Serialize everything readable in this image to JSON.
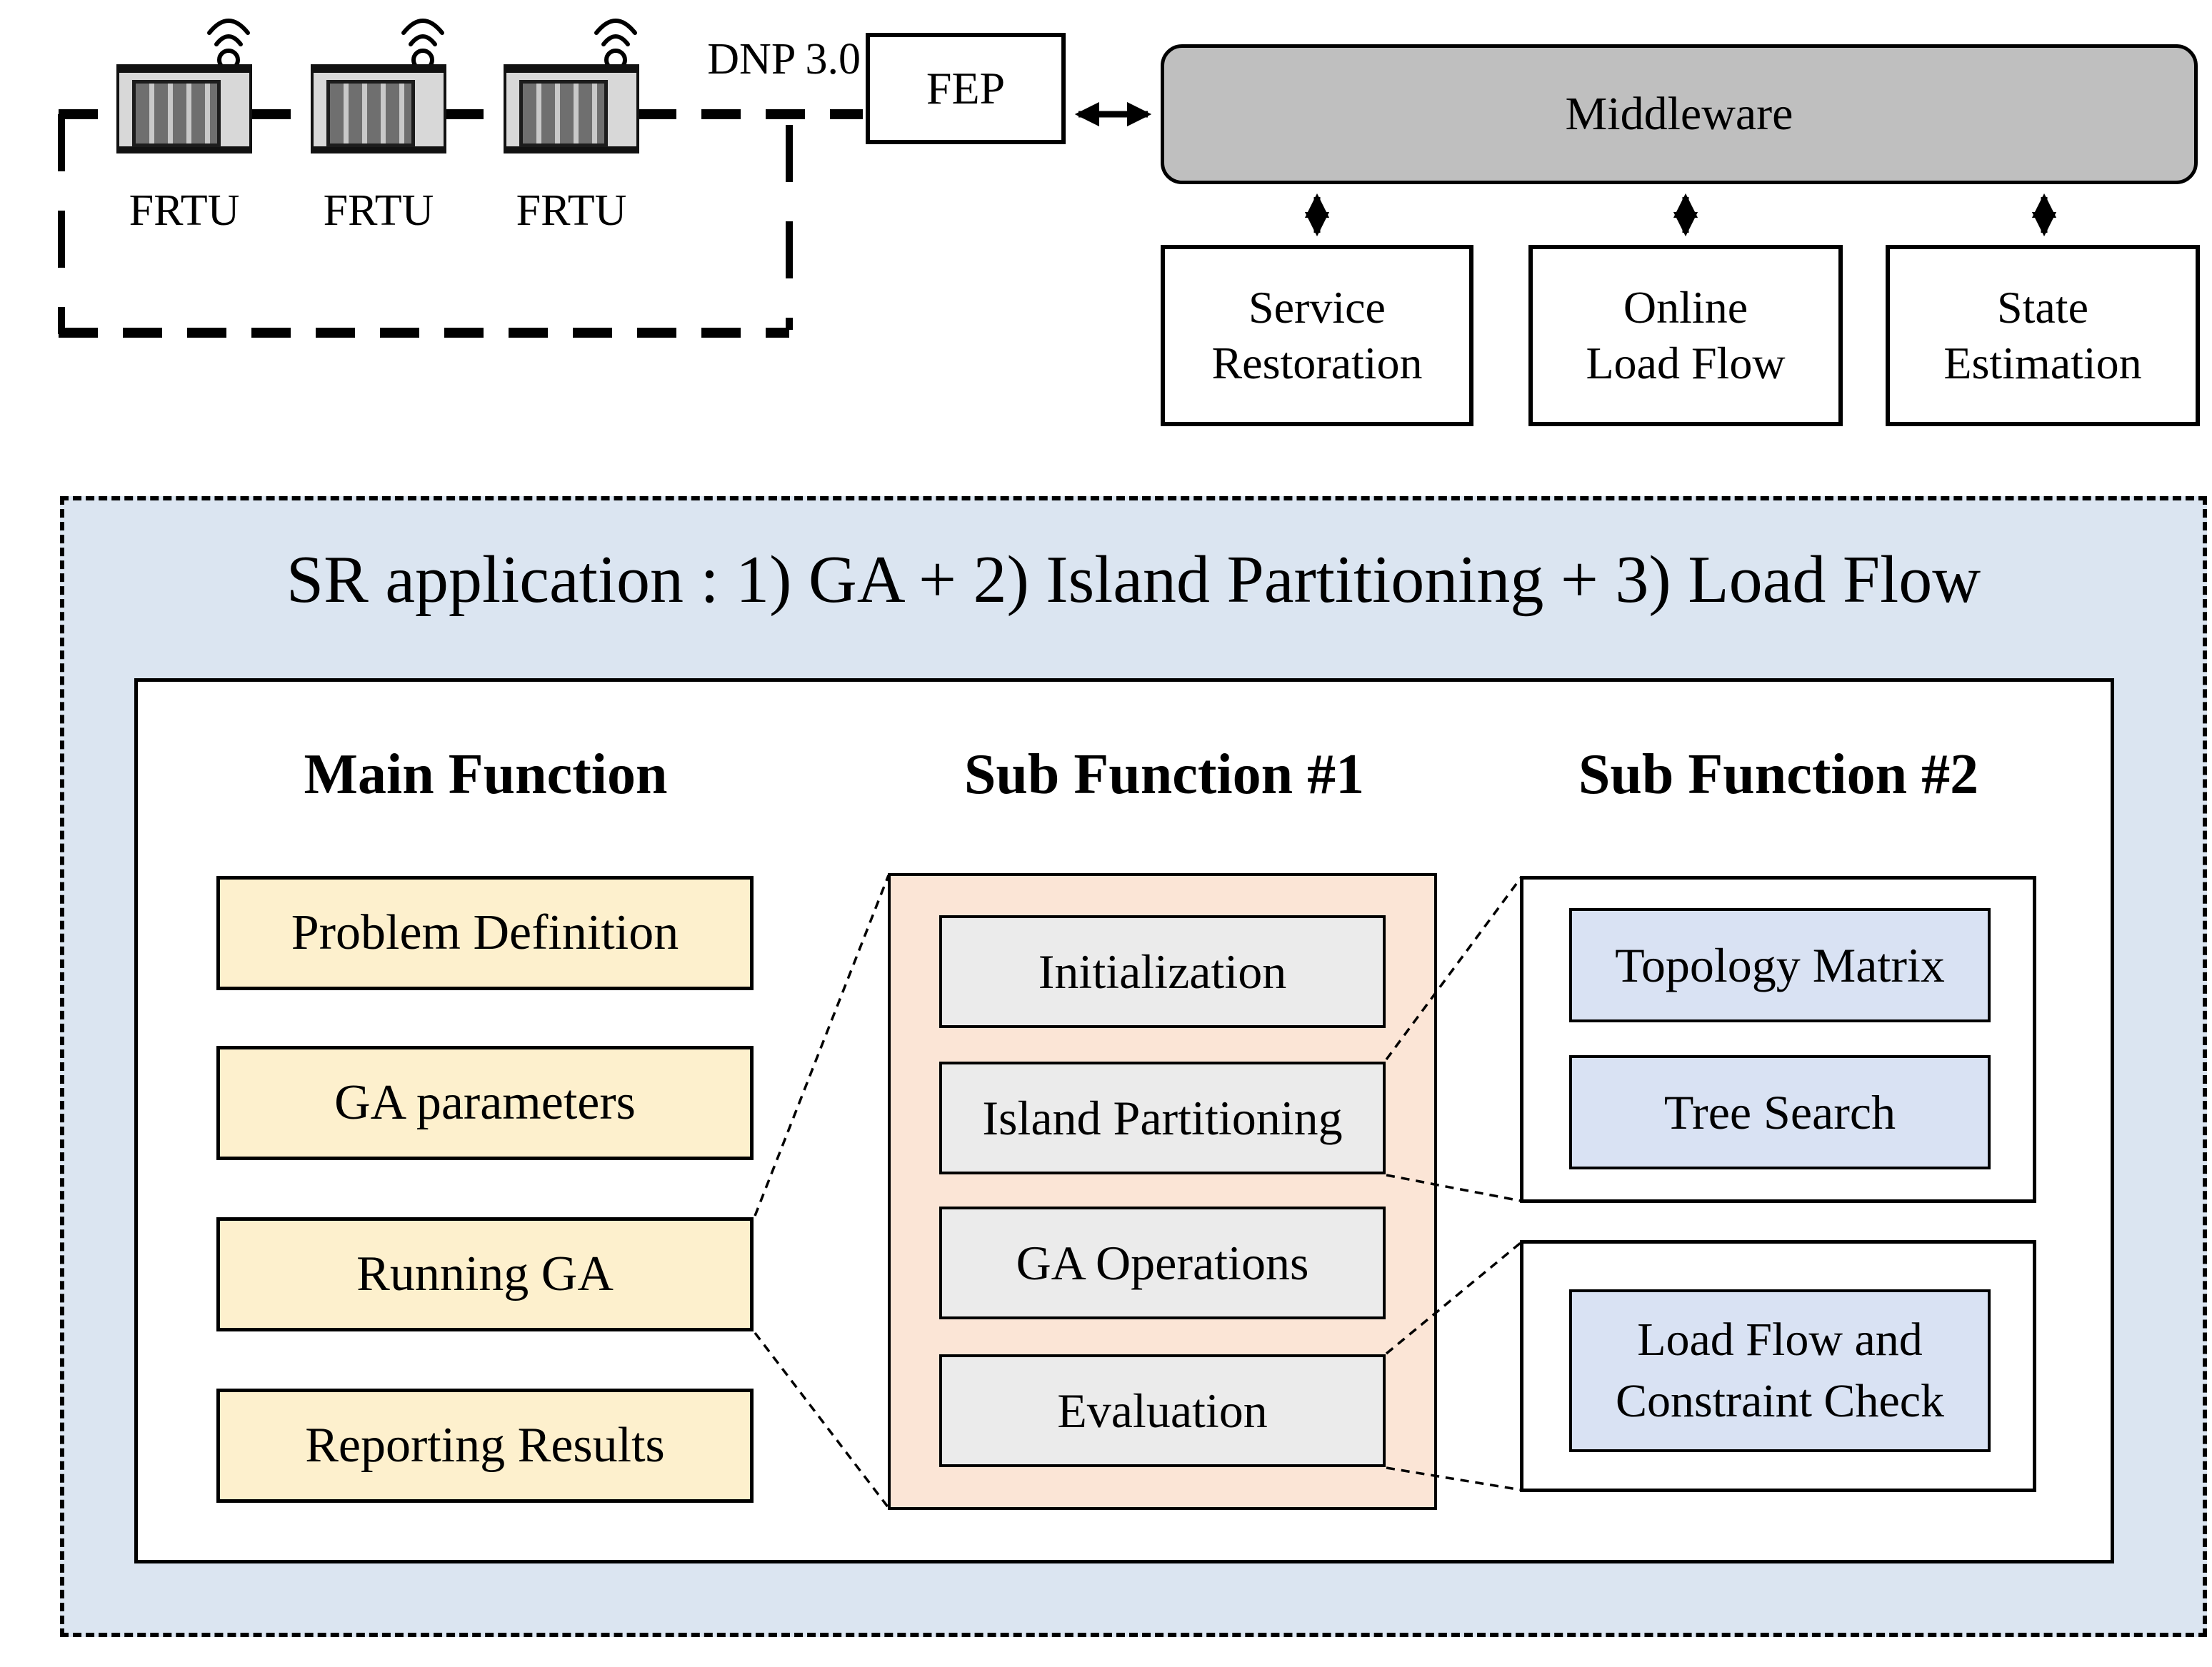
{
  "colors": {
    "middleware_fill": "#bfbfbf",
    "app_panel_fill": "#dbe5f1",
    "main_item_fill": "#fdf0cd",
    "sub1_container_fill": "#fbe5d6",
    "sub1_item_fill": "#ebebeb",
    "sub2_item_fill": "#d9e2f3"
  },
  "top": {
    "frtus": [
      "FRTU",
      "FRTU",
      "FRTU"
    ],
    "protocol_label": "DNP 3.0",
    "fep_label": "FEP",
    "middleware_label": "Middleware",
    "services": [
      {
        "line1": "Service",
        "line2": "Restoration"
      },
      {
        "line1": "Online",
        "line2": "Load Flow"
      },
      {
        "line1": "State",
        "line2": "Estimation"
      }
    ]
  },
  "app": {
    "title": "SR application : 1) GA + 2) Island Partitioning + 3) Load Flow",
    "main": {
      "header": "Main Function",
      "items": [
        "Problem Definition",
        "GA parameters",
        "Running GA",
        "Reporting Results"
      ]
    },
    "sub1": {
      "header": "Sub Function #1",
      "items": [
        "Initialization",
        "Island Partitioning",
        "GA Operations",
        "Evaluation"
      ]
    },
    "sub2": {
      "header": "Sub Function #2",
      "group1_items": [
        "Topology Matrix",
        "Tree Search"
      ],
      "group2_line1": "Load Flow and",
      "group2_line2": "Constraint Check"
    }
  }
}
